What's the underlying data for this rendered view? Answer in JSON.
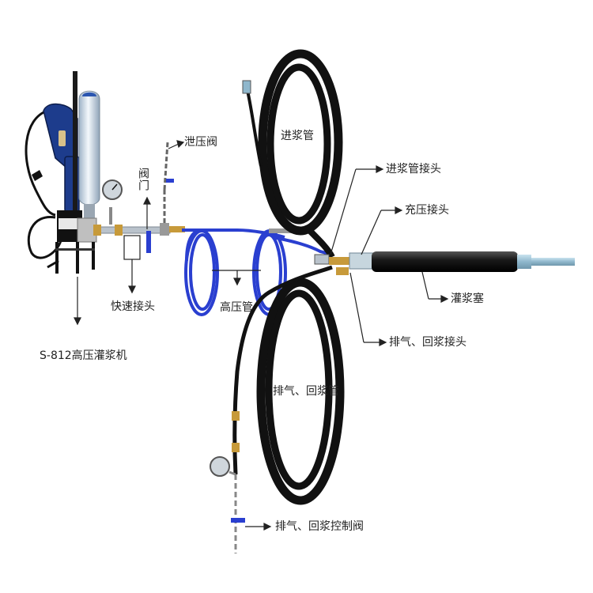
{
  "labels": {
    "relief_valve": "泄压阀",
    "valve": "阀门",
    "quick_connector": "快速接头",
    "machine": "S-812高压灌浆机",
    "high_pressure_hose": "高压管",
    "grout_inlet_hose": "进浆管",
    "inlet_hose_connector": "进浆管接头",
    "pressure_connector": "充压接头",
    "grout_plug": "灌浆塞",
    "exhaust_return_connector": "排气、回浆接头",
    "exhaust_return_hose": "排气、回浆管",
    "exhaust_return_control_valve": "排气、回浆控制阀"
  },
  "colors": {
    "hose_black": "#111111",
    "hose_blue": "#2a3fd0",
    "machine_blue": "#1d3c8c",
    "bottle": "#dfe8f2",
    "gauge": "#cfd6dc",
    "pointer": "#111111"
  },
  "icons": {
    "machine": "grouting-pump-icon",
    "gauge": "pressure-gauge-icon",
    "plug": "grout-packer-icon"
  }
}
